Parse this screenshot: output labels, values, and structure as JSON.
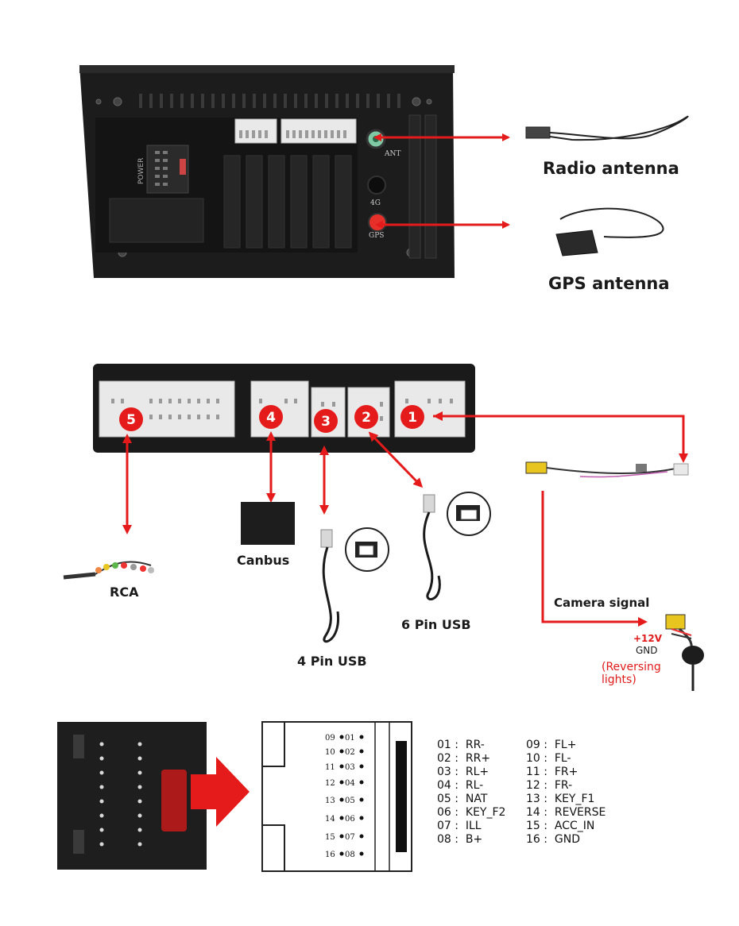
{
  "labels": {
    "radio_antenna": "Radio antenna",
    "gps_antenna": "GPS antenna",
    "canbus": "Canbus",
    "rca": "RCA",
    "usb4": "4 Pin USB",
    "usb6": "6 Pin USB",
    "camera_signal": "Camera signal",
    "plus12v": "+12V",
    "gnd": "GND",
    "reversing": "(Reversing",
    "lights": "lights)"
  },
  "unit_labels": {
    "power": "POWER",
    "ant": "ANT",
    "g4": "4G",
    "gps": "GPS"
  },
  "connectors": [
    "1",
    "2",
    "3",
    "4",
    "5"
  ],
  "diagram_pins": [
    {
      "left": "09",
      "right": "01"
    },
    {
      "left": "10",
      "right": "02"
    },
    {
      "left": "11",
      "right": "03"
    },
    {
      "left": "12",
      "right": "04"
    },
    {
      "left": "13",
      "right": "05"
    },
    {
      "left": "14",
      "right": "06"
    },
    {
      "left": "15",
      "right": "07"
    },
    {
      "left": "16",
      "right": "08"
    }
  ],
  "pinout_left": [
    "01 :  RR-",
    "02 :  RR+",
    "03 :  RL+",
    "04 :  RL-",
    "05 :  NAT",
    "06 :  KEY_F2",
    "07 :  ILL",
    "08 :  B+"
  ],
  "pinout_right": [
    "09 :  FL+",
    "10 :  FL-",
    "11 :  FR+",
    "12 :  FR-",
    "13 :  KEY_F1",
    "14 :  REVERSE",
    "15 :  ACC_IN",
    "16 :  GND"
  ],
  "colors": {
    "arrow_red": "#e51b1b",
    "unit_black": "#1c1c1c",
    "connector_white": "#e9e9e9"
  }
}
